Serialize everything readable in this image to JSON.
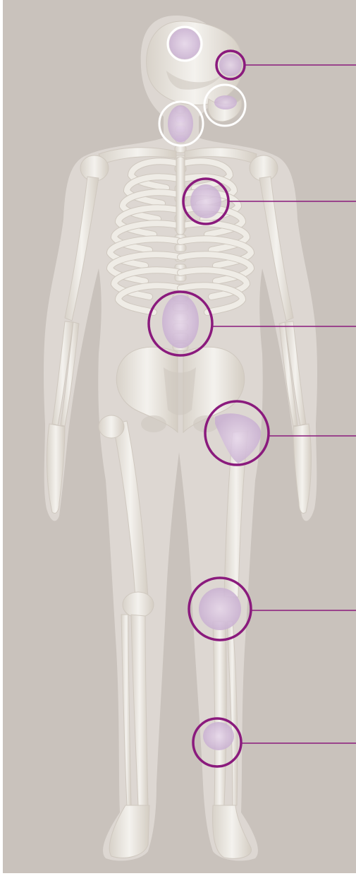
{
  "colors": {
    "background": "#c9c2bc",
    "page": "#ffffff",
    "body_silhouette": "#ece9e4",
    "bone": "#efece6",
    "bone_shadow": "#cfc8bf",
    "highlight": "#ddc9e3",
    "accent_purple": "#8a1a7d",
    "ring_white": "#ffffff"
  },
  "figure": {
    "subject": "full-body-skeleton",
    "view": "anterior"
  },
  "callouts": [
    {
      "id": "jaw-tmj",
      "ring": "purple",
      "leader": true
    },
    {
      "id": "thoracic-spine",
      "ring": "purple",
      "leader": true
    },
    {
      "id": "lumbar-spine",
      "ring": "purple",
      "leader": true
    },
    {
      "id": "hip-joint",
      "ring": "purple",
      "leader": true
    },
    {
      "id": "knee-joint",
      "ring": "purple",
      "leader": true
    },
    {
      "id": "ankle-joint",
      "ring": "purple",
      "leader": true
    },
    {
      "id": "skull-top",
      "ring": "white",
      "leader": false
    },
    {
      "id": "jaw-lower",
      "ring": "white",
      "leader": false
    },
    {
      "id": "cervical-spine",
      "ring": "white",
      "leader": false
    }
  ]
}
